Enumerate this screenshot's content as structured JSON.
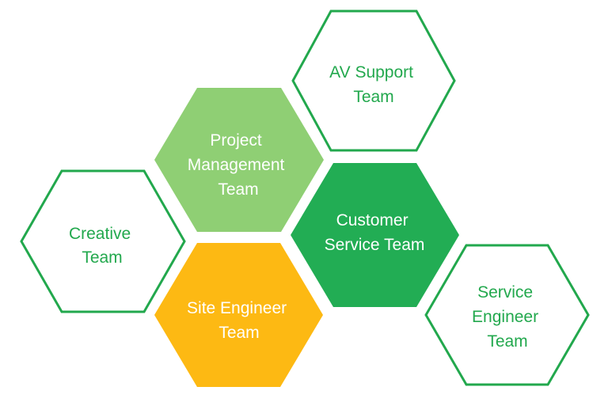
{
  "colors": {
    "outline": "#22A84D",
    "light_green": "#8FCF74",
    "dark_green": "#22AD54",
    "amber": "#FDB913",
    "white": "#FFFFFF"
  },
  "teams": [
    {
      "id": "av-support",
      "lines": [
        "AV Support",
        "Team"
      ],
      "style": "outline"
    },
    {
      "id": "project-management",
      "lines": [
        "Project",
        "Management",
        "Team"
      ],
      "style": "light_green"
    },
    {
      "id": "creative",
      "lines": [
        "Creative",
        "Team"
      ],
      "style": "outline"
    },
    {
      "id": "customer-service",
      "lines": [
        "Customer",
        "Service Team"
      ],
      "style": "dark_green"
    },
    {
      "id": "site-engineer",
      "lines": [
        "Site Engineer",
        "Team"
      ],
      "style": "amber"
    },
    {
      "id": "service-engineer",
      "lines": [
        "Service",
        "Engineer",
        "Team"
      ],
      "style": "outline"
    }
  ]
}
